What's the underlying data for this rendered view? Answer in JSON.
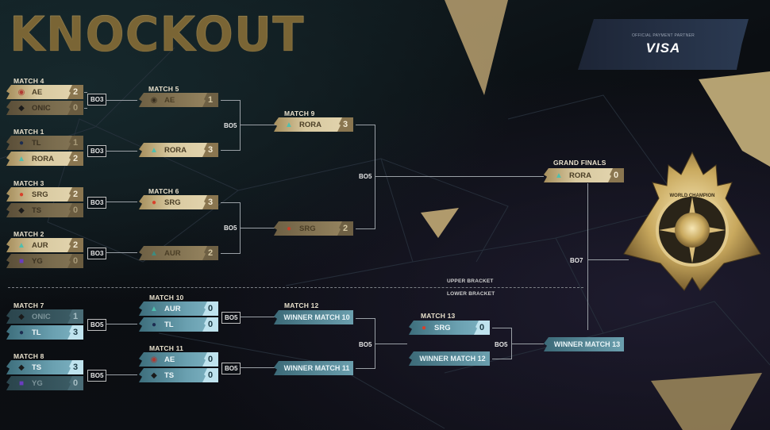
{
  "title": "KNOCKOUT",
  "sponsor": {
    "subtitle": "OFFICIAL PAYMENT PARTNER",
    "brand": "VISA"
  },
  "bracket_labels": {
    "upper": "UPPER BRACKET",
    "lower": "LOWER BRACKET"
  },
  "formats": {
    "bo3": "BO3",
    "bo5": "BO5",
    "bo7": "BO7"
  },
  "colors": {
    "gold": "#d8c9a0",
    "teal": "#6aa0b0",
    "bg": "#0c0f14"
  },
  "upper": {
    "match4": {
      "label": "MATCH 4",
      "teams": [
        {
          "name": "AE",
          "score": "2"
        },
        {
          "name": "ONIC",
          "score": "0"
        }
      ]
    },
    "match1": {
      "label": "MATCH 1",
      "teams": [
        {
          "name": "TL",
          "score": "1"
        },
        {
          "name": "RORA",
          "score": "2"
        }
      ]
    },
    "match3": {
      "label": "MATCH 3",
      "teams": [
        {
          "name": "SRG",
          "score": "2"
        },
        {
          "name": "TS",
          "score": "0"
        }
      ]
    },
    "match2": {
      "label": "MATCH 2",
      "teams": [
        {
          "name": "AUR",
          "score": "2"
        },
        {
          "name": "YG",
          "score": "0"
        }
      ]
    },
    "match5": {
      "label": "MATCH 5",
      "teams": [
        {
          "name": "AE",
          "score": "1"
        },
        {
          "name": "RORA",
          "score": "3"
        }
      ]
    },
    "match6": {
      "label": "MATCH 6",
      "teams": [
        {
          "name": "SRG",
          "score": "3"
        },
        {
          "name": "AUR",
          "score": "2"
        }
      ]
    },
    "match9": {
      "label": "MATCH 9",
      "teams": [
        {
          "name": "RORA",
          "score": "3"
        },
        {
          "name": "SRG",
          "score": "2"
        }
      ]
    }
  },
  "grand_finals": {
    "label": "GRAND FINALS",
    "team": {
      "name": "RORA",
      "score": "0"
    },
    "opponent": "WINNER MATCH 13"
  },
  "lower": {
    "match7": {
      "label": "MATCH 7",
      "teams": [
        {
          "name": "ONIC",
          "score": "1"
        },
        {
          "name": "TL",
          "score": "3"
        }
      ]
    },
    "match8": {
      "label": "MATCH 8",
      "teams": [
        {
          "name": "TS",
          "score": "3"
        },
        {
          "name": "YG",
          "score": "0"
        }
      ]
    },
    "match10": {
      "label": "MATCH 10",
      "teams": [
        {
          "name": "AUR",
          "score": "0"
        },
        {
          "name": "TL",
          "score": "0"
        }
      ]
    },
    "match11": {
      "label": "MATCH 11",
      "teams": [
        {
          "name": "AE",
          "score": "0"
        },
        {
          "name": "TS",
          "score": "0"
        }
      ]
    },
    "match12": {
      "label": "MATCH 12",
      "slots": [
        "WINNER MATCH 10",
        "WINNER MATCH 11"
      ]
    },
    "match13": {
      "label": "MATCH 13",
      "team": {
        "name": "SRG",
        "score": "0"
      },
      "slot": "WINNER MATCH 12"
    }
  },
  "trophy": {
    "inscription": "WORLD CHAMPION"
  }
}
